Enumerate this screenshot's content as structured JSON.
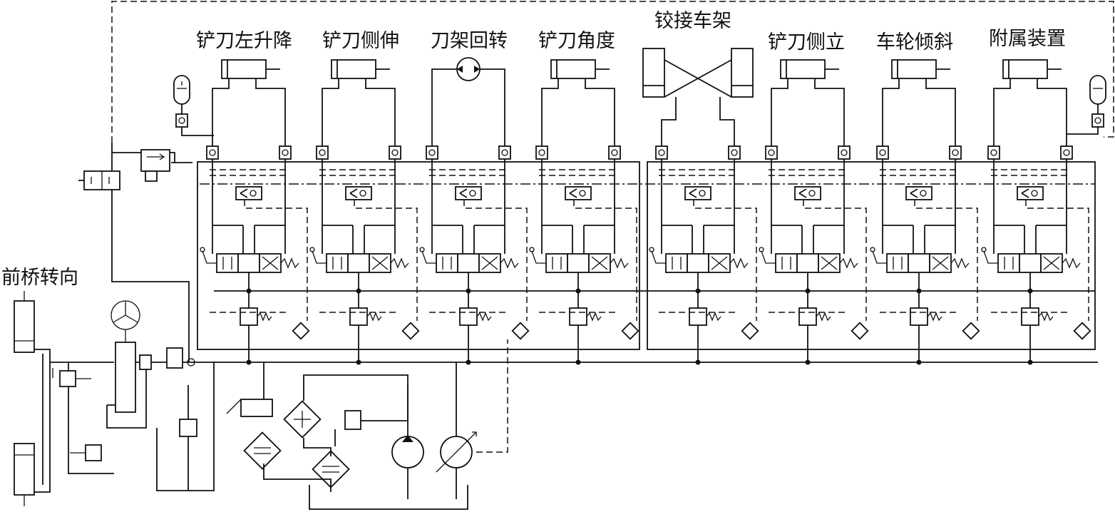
{
  "sections": [
    {
      "id": "blade-left-lift",
      "label": "铲刀左升降",
      "symbol": "cylinder"
    },
    {
      "id": "blade-side-shift",
      "label": "铲刀侧伸",
      "symbol": "cylinder"
    },
    {
      "id": "blade-rotate",
      "label": "刀架回转",
      "symbol": "motor"
    },
    {
      "id": "blade-angle",
      "label": "铲刀角度",
      "symbol": "cylinder"
    },
    {
      "id": "articulated-frame",
      "label": "铰接车架",
      "symbol": "twin-cylinder"
    },
    {
      "id": "blade-tilt",
      "label": "铲刀侧立",
      "symbol": "cylinder"
    },
    {
      "id": "wheel-lean",
      "label": "车轮倾斜",
      "symbol": "cylinder"
    },
    {
      "id": "attachment",
      "label": "附属装置",
      "symbol": "cylinder"
    }
  ],
  "front_axle_steering": {
    "label": "前桥转向"
  }
}
